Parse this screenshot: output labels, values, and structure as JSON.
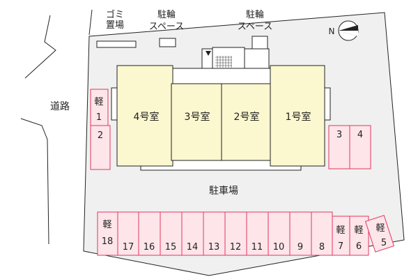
{
  "road": {
    "label": "道路"
  },
  "garbage": {
    "label_line1": "ゴミ",
    "label_line2": "置場"
  },
  "bike1": {
    "label_line1": "駐輪",
    "label_line2": "スペース"
  },
  "bike2": {
    "label_line1": "駐輪",
    "label_line2": "スペース"
  },
  "parking_lot": {
    "label": "駐車場"
  },
  "rooms": [
    {
      "label": "4号室"
    },
    {
      "label": "3号室"
    },
    {
      "label": "2号室"
    },
    {
      "label": "1号室"
    }
  ],
  "kei_label": "軽",
  "spaces": {
    "s1": "1",
    "s2": "2",
    "s3": "3",
    "s4": "4",
    "s5": "5",
    "s6": "6",
    "s7": "7",
    "s8": "8",
    "s9": "9",
    "s10": "10",
    "s11": "11",
    "s12": "12",
    "s13": "13",
    "s14": "14",
    "s15": "15",
    "s16": "16",
    "s17": "17",
    "s18": "18"
  },
  "colors": {
    "building": "#fbf7cf",
    "parking_fill": "#fde5ea",
    "parking_stroke": "#e0385d",
    "site": "#f0f0f0"
  },
  "compass": {
    "label": "N"
  }
}
